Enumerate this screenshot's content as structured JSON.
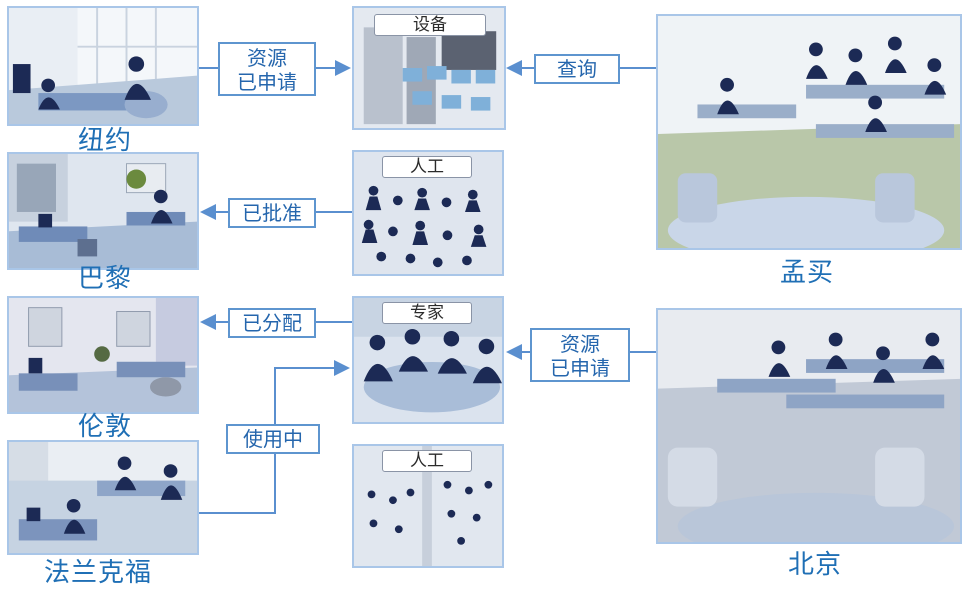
{
  "cities": {
    "newyork": "纽约",
    "paris": "巴黎",
    "london": "伦敦",
    "frankfurt": "法兰克福",
    "mumbai": "孟买",
    "beijing": "北京"
  },
  "resources": {
    "equipment": "设备",
    "manual_1": "人工",
    "expert": "专家",
    "manual_2": "人工"
  },
  "labels": {
    "request_left": [
      "资源",
      "已申请"
    ],
    "query": "查询",
    "approved": "已批准",
    "assigned": "已分配",
    "in_use": "使用中",
    "request_right": [
      "资源",
      "已申请"
    ]
  },
  "colors": {
    "accent": "#1f6fb5",
    "connector": "#5a8fcf",
    "border": "#a9c6e8"
  }
}
